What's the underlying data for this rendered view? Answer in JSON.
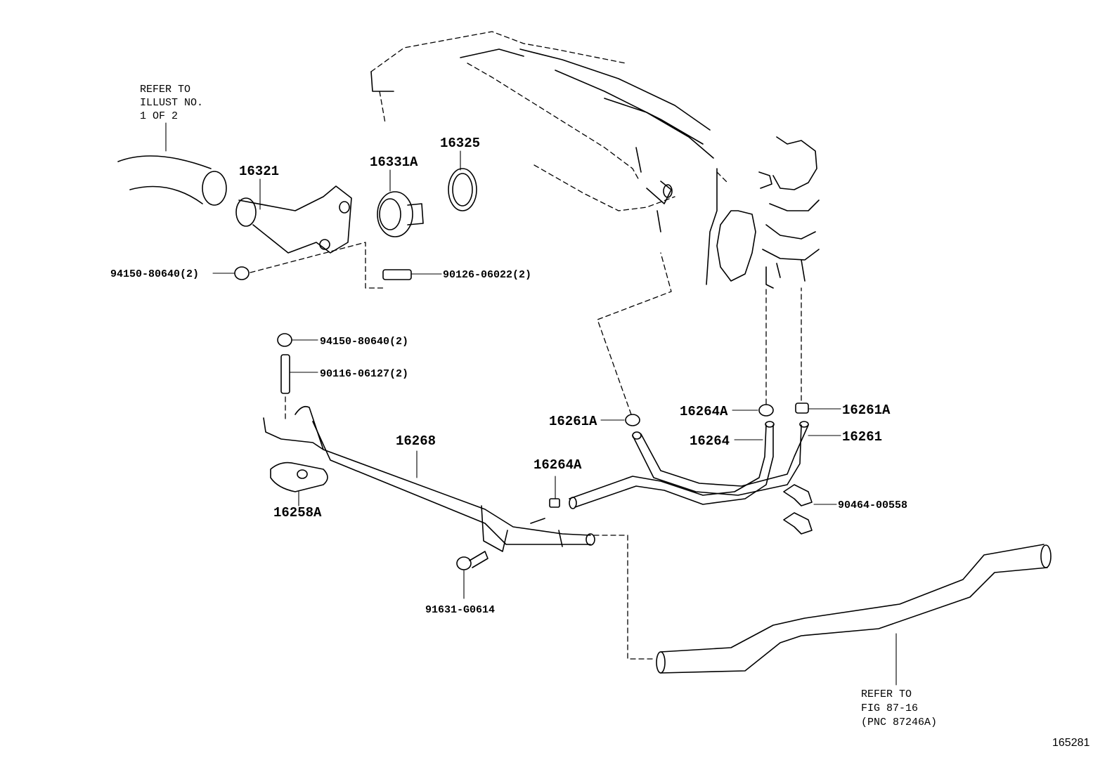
{
  "diagram": {
    "figure_number": "165281",
    "notes": {
      "top_left": [
        "REFER TO",
        "ILLUST NO.",
        "1 OF 2"
      ],
      "bottom_right": [
        "REFER TO",
        "FIG 87-16",
        "(PNC 87246A)"
      ]
    },
    "labels": {
      "p16321": "16321",
      "p16331a": "16331A",
      "p16325": "16325",
      "p94150_top": "94150-80640(2)",
      "p90126": "90126-06022(2)",
      "p94150_mid": "94150-80640(2)",
      "p90116": "90116-06127(2)",
      "p16268": "16268",
      "p16258a": "16258A",
      "p16264a_low": "16264A",
      "p91631": "91631-G0614",
      "p16261a_left": "16261A",
      "p16264a_top": "16264A",
      "p16264": "16264",
      "p16261a_right": "16261A",
      "p16261": "16261",
      "p90464": "90464-00558"
    }
  }
}
